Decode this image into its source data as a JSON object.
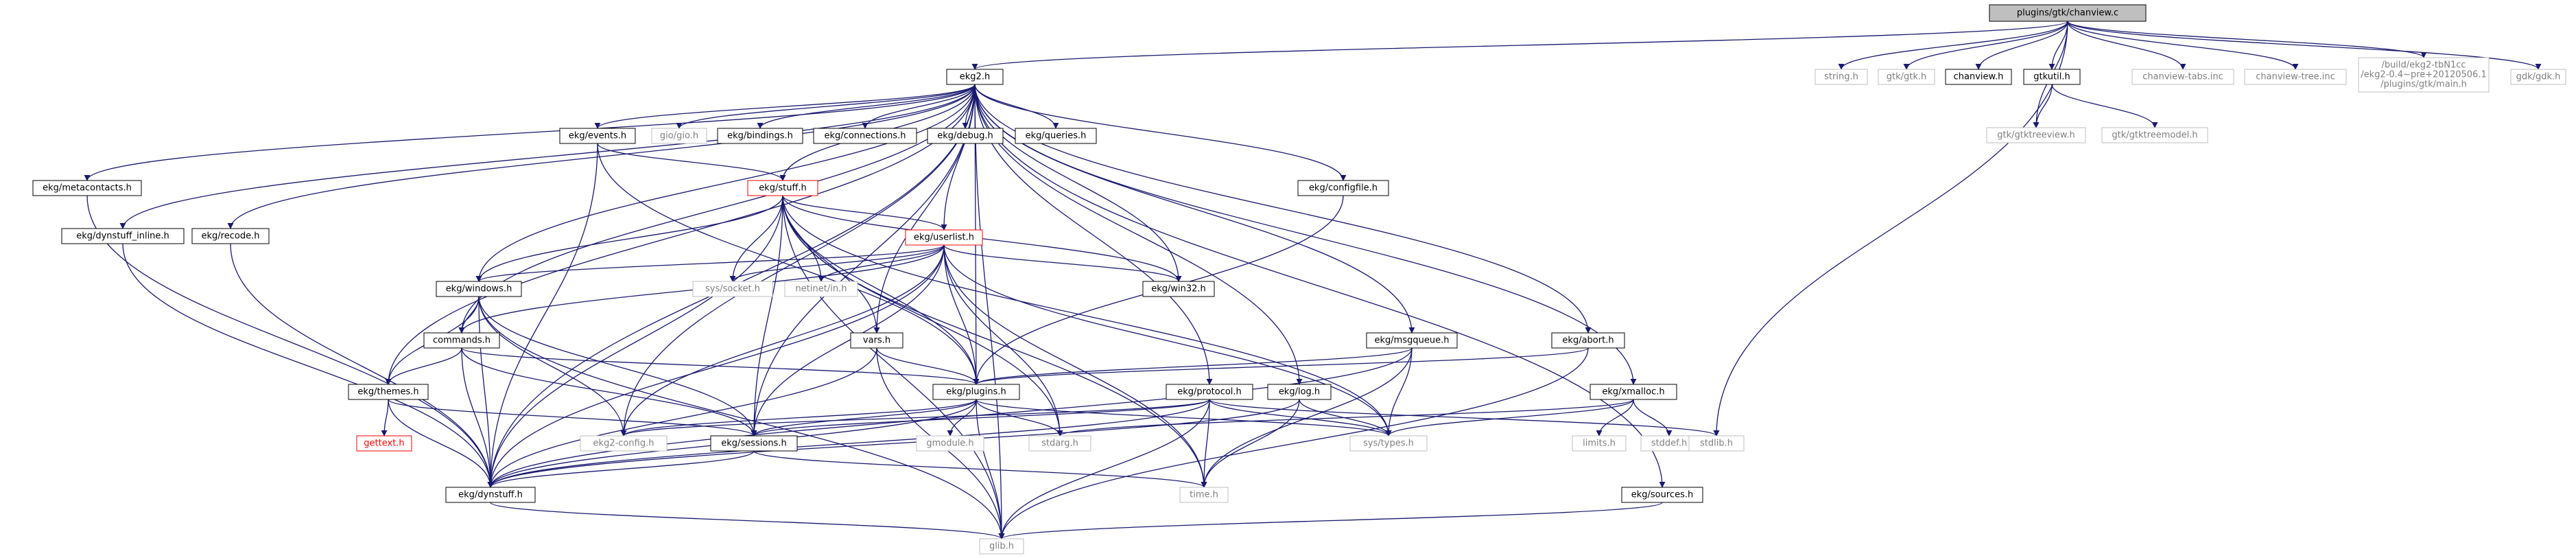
{
  "colors": {
    "root_fill": "#bfbfbf",
    "documented_border": "#000000",
    "undocumented_border": "#bfbfbf",
    "missing_border": "#ff0000",
    "edge": "#191970",
    "text_dark": "#000000",
    "text_light": "#7f7f7f",
    "text_missing": "#ff0000"
  },
  "graph": {
    "root": {
      "id": "root",
      "label": "plugins/gtk/chanview.c"
    },
    "nodes": [
      {
        "id": "ekg2h",
        "label": "ekg2.h",
        "kind": "documented"
      },
      {
        "id": "stringh",
        "label": "string.h",
        "kind": "undocumented"
      },
      {
        "id": "gtkgtkh",
        "label": "gtk/gtk.h",
        "kind": "undocumented"
      },
      {
        "id": "chanviewh",
        "label": "chanview.h",
        "kind": "documented"
      },
      {
        "id": "gtkutilh",
        "label": "gtkutil.h",
        "kind": "documented"
      },
      {
        "id": "tabsinc",
        "label": "chanview-tabs.inc",
        "kind": "undocumented"
      },
      {
        "id": "treeinc",
        "label": "chanview-tree.inc",
        "kind": "undocumented"
      },
      {
        "id": "buildmain",
        "label": "/build/ekg2-tbN1cc/ekg2-0.4~pre+20120506.1/plugins/gtk/main.h",
        "kind": "undocumented"
      },
      {
        "id": "gdkh",
        "label": "gdk/gdk.h",
        "kind": "undocumented"
      },
      {
        "id": "gtktreeview",
        "label": "gtk/gtktreeview.h",
        "kind": "undocumented"
      },
      {
        "id": "gtktreemodel",
        "label": "gtk/gtktreemodel.h",
        "kind": "undocumented"
      },
      {
        "id": "events",
        "label": "ekg/events.h",
        "kind": "documented"
      },
      {
        "id": "giogio",
        "label": "gio/gio.h",
        "kind": "undocumented"
      },
      {
        "id": "bindings",
        "label": "ekg/bindings.h",
        "kind": "documented"
      },
      {
        "id": "connections",
        "label": "ekg/connections.h",
        "kind": "documented"
      },
      {
        "id": "debug",
        "label": "ekg/debug.h",
        "kind": "documented"
      },
      {
        "id": "queries",
        "label": "ekg/queries.h",
        "kind": "documented"
      },
      {
        "id": "metacontacts",
        "label": "ekg/metacontacts.h",
        "kind": "documented"
      },
      {
        "id": "stuff",
        "label": "ekg/stuff.h",
        "kind": "missing"
      },
      {
        "id": "configfile",
        "label": "ekg/configfile.h",
        "kind": "documented"
      },
      {
        "id": "dynstuffinline",
        "label": "ekg/dynstuff_inline.h",
        "kind": "documented"
      },
      {
        "id": "recode",
        "label": "ekg/recode.h",
        "kind": "documented"
      },
      {
        "id": "userlist",
        "label": "ekg/userlist.h",
        "kind": "missing"
      },
      {
        "id": "windows",
        "label": "ekg/windows.h",
        "kind": "documented"
      },
      {
        "id": "syssocket",
        "label": "sys/socket.h",
        "kind": "undocumented"
      },
      {
        "id": "netinet",
        "label": "netinet/in.h",
        "kind": "undocumented"
      },
      {
        "id": "win32",
        "label": "ekg/win32.h",
        "kind": "documented"
      },
      {
        "id": "commands",
        "label": "commands.h",
        "kind": "documented"
      },
      {
        "id": "vars",
        "label": "vars.h",
        "kind": "documented"
      },
      {
        "id": "msgqueue",
        "label": "ekg/msgqueue.h",
        "kind": "documented"
      },
      {
        "id": "abort",
        "label": "ekg/abort.h",
        "kind": "documented"
      },
      {
        "id": "xmalloc",
        "label": "ekg/xmalloc.h",
        "kind": "documented"
      },
      {
        "id": "themes",
        "label": "ekg/themes.h",
        "kind": "documented"
      },
      {
        "id": "plugins",
        "label": "ekg/plugins.h",
        "kind": "documented"
      },
      {
        "id": "protocol",
        "label": "ekg/protocol.h",
        "kind": "documented"
      },
      {
        "id": "log",
        "label": "ekg/log.h",
        "kind": "documented"
      },
      {
        "id": "gettext",
        "label": "gettext.h",
        "kind": "missing"
      },
      {
        "id": "ekg2config",
        "label": "ekg2-config.h",
        "kind": "undocumented"
      },
      {
        "id": "sessions",
        "label": "ekg/sessions.h",
        "kind": "documented"
      },
      {
        "id": "gmodule",
        "label": "gmodule.h",
        "kind": "undocumented"
      },
      {
        "id": "stdarg",
        "label": "stdarg.h",
        "kind": "undocumented"
      },
      {
        "id": "systypes",
        "label": "sys/types.h",
        "kind": "undocumented"
      },
      {
        "id": "limits",
        "label": "limits.h",
        "kind": "undocumented"
      },
      {
        "id": "stddef",
        "label": "stddef.h",
        "kind": "undocumented"
      },
      {
        "id": "stdlib",
        "label": "stdlib.h",
        "kind": "undocumented"
      },
      {
        "id": "dynstuff",
        "label": "ekg/dynstuff.h",
        "kind": "documented"
      },
      {
        "id": "timeh",
        "label": "time.h",
        "kind": "undocumented"
      },
      {
        "id": "sources",
        "label": "ekg/sources.h",
        "kind": "documented"
      },
      {
        "id": "glib",
        "label": "glib.h",
        "kind": "undocumented"
      }
    ],
    "edges": [
      [
        "root",
        "ekg2h"
      ],
      [
        "root",
        "stringh"
      ],
      [
        "root",
        "gtkgtkh"
      ],
      [
        "root",
        "chanviewh"
      ],
      [
        "root",
        "gtkutilh"
      ],
      [
        "root",
        "tabsinc"
      ],
      [
        "root",
        "treeinc"
      ],
      [
        "root",
        "buildmain"
      ],
      [
        "root",
        "gdkh"
      ],
      [
        "root",
        "gtktreeview"
      ],
      [
        "root",
        "stdlib"
      ],
      [
        "gtkutilh",
        "gtktreeview"
      ],
      [
        "gtkutilh",
        "gtktreemodel"
      ],
      [
        "ekg2h",
        "events"
      ],
      [
        "ekg2h",
        "giogio"
      ],
      [
        "ekg2h",
        "bindings"
      ],
      [
        "ekg2h",
        "connections"
      ],
      [
        "ekg2h",
        "debug"
      ],
      [
        "ekg2h",
        "queries"
      ],
      [
        "ekg2h",
        "metacontacts"
      ],
      [
        "ekg2h",
        "stuff"
      ],
      [
        "ekg2h",
        "configfile"
      ],
      [
        "ekg2h",
        "dynstuffinline"
      ],
      [
        "ekg2h",
        "recode"
      ],
      [
        "ekg2h",
        "userlist"
      ],
      [
        "ekg2h",
        "windows"
      ],
      [
        "ekg2h",
        "win32"
      ],
      [
        "ekg2h",
        "commands"
      ],
      [
        "ekg2h",
        "vars"
      ],
      [
        "ekg2h",
        "msgqueue"
      ],
      [
        "ekg2h",
        "abort"
      ],
      [
        "ekg2h",
        "xmalloc"
      ],
      [
        "ekg2h",
        "themes"
      ],
      [
        "ekg2h",
        "plugins"
      ],
      [
        "ekg2h",
        "protocol"
      ],
      [
        "ekg2h",
        "log"
      ],
      [
        "ekg2h",
        "ekg2config"
      ],
      [
        "ekg2h",
        "sessions"
      ],
      [
        "ekg2h",
        "dynstuff"
      ],
      [
        "ekg2h",
        "sources"
      ],
      [
        "ekg2h",
        "glib"
      ],
      [
        "events",
        "stuff"
      ],
      [
        "events",
        "plugins"
      ],
      [
        "events",
        "dynstuff"
      ],
      [
        "metacontacts",
        "dynstuff"
      ],
      [
        "dynstuffinline",
        "dynstuff"
      ],
      [
        "recode",
        "dynstuff"
      ],
      [
        "configfile",
        "plugins"
      ],
      [
        "stuff",
        "userlist"
      ],
      [
        "stuff",
        "windows"
      ],
      [
        "stuff",
        "syssocket"
      ],
      [
        "stuff",
        "netinet"
      ],
      [
        "stuff",
        "win32"
      ],
      [
        "stuff",
        "plugins"
      ],
      [
        "stuff",
        "vars"
      ],
      [
        "stuff",
        "sessions"
      ],
      [
        "stuff",
        "stdarg"
      ],
      [
        "stuff",
        "systypes"
      ],
      [
        "stuff",
        "timeh"
      ],
      [
        "stuff",
        "dynstuff"
      ],
      [
        "stuff",
        "glib"
      ],
      [
        "userlist",
        "syssocket"
      ],
      [
        "userlist",
        "netinet"
      ],
      [
        "userlist",
        "win32"
      ],
      [
        "userlist",
        "plugins"
      ],
      [
        "userlist",
        "sessions"
      ],
      [
        "userlist",
        "commands"
      ],
      [
        "userlist",
        "stdarg"
      ],
      [
        "userlist",
        "systypes"
      ],
      [
        "userlist",
        "timeh"
      ],
      [
        "userlist",
        "dynstuff"
      ],
      [
        "userlist",
        "ekg2config"
      ],
      [
        "userlist",
        "windows"
      ],
      [
        "windows",
        "commands"
      ],
      [
        "windows",
        "themes"
      ],
      [
        "windows",
        "sessions"
      ],
      [
        "windows",
        "ekg2config"
      ],
      [
        "windows",
        "dynstuff"
      ],
      [
        "windows",
        "glib"
      ],
      [
        "commands",
        "themes"
      ],
      [
        "commands",
        "plugins"
      ],
      [
        "commands",
        "sessions"
      ],
      [
        "commands",
        "dynstuff"
      ],
      [
        "vars",
        "plugins"
      ],
      [
        "vars",
        "dynstuff"
      ],
      [
        "vars",
        "glib"
      ],
      [
        "msgqueue",
        "plugins"
      ],
      [
        "msgqueue",
        "systypes"
      ],
      [
        "msgqueue",
        "timeh"
      ],
      [
        "msgqueue",
        "dynstuff"
      ],
      [
        "abort",
        "plugins"
      ],
      [
        "abort",
        "glib"
      ],
      [
        "xmalloc",
        "systypes"
      ],
      [
        "xmalloc",
        "limits"
      ],
      [
        "xmalloc",
        "stddef"
      ],
      [
        "xmalloc",
        "stdarg"
      ],
      [
        "themes",
        "gettext"
      ],
      [
        "themes",
        "sessions"
      ],
      [
        "themes",
        "dynstuff"
      ],
      [
        "plugins",
        "gmodule"
      ],
      [
        "plugins",
        "stdarg"
      ],
      [
        "plugins",
        "sessions"
      ],
      [
        "plugins",
        "ekg2config"
      ],
      [
        "plugins",
        "dynstuff"
      ],
      [
        "plugins",
        "glib"
      ],
      [
        "plugins",
        "systypes"
      ],
      [
        "protocol",
        "sessions"
      ],
      [
        "protocol",
        "dynstuff"
      ],
      [
        "protocol",
        "timeh"
      ],
      [
        "protocol",
        "systypes"
      ],
      [
        "protocol",
        "glib"
      ],
      [
        "protocol",
        "stdlib"
      ],
      [
        "protocol",
        "ekg2config"
      ],
      [
        "log",
        "dynstuff"
      ],
      [
        "log",
        "timeh"
      ],
      [
        "log",
        "systypes"
      ],
      [
        "sessions",
        "dynstuff"
      ],
      [
        "sessions",
        "timeh"
      ],
      [
        "dynstuff",
        "glib"
      ],
      [
        "sources",
        "glib"
      ]
    ]
  }
}
